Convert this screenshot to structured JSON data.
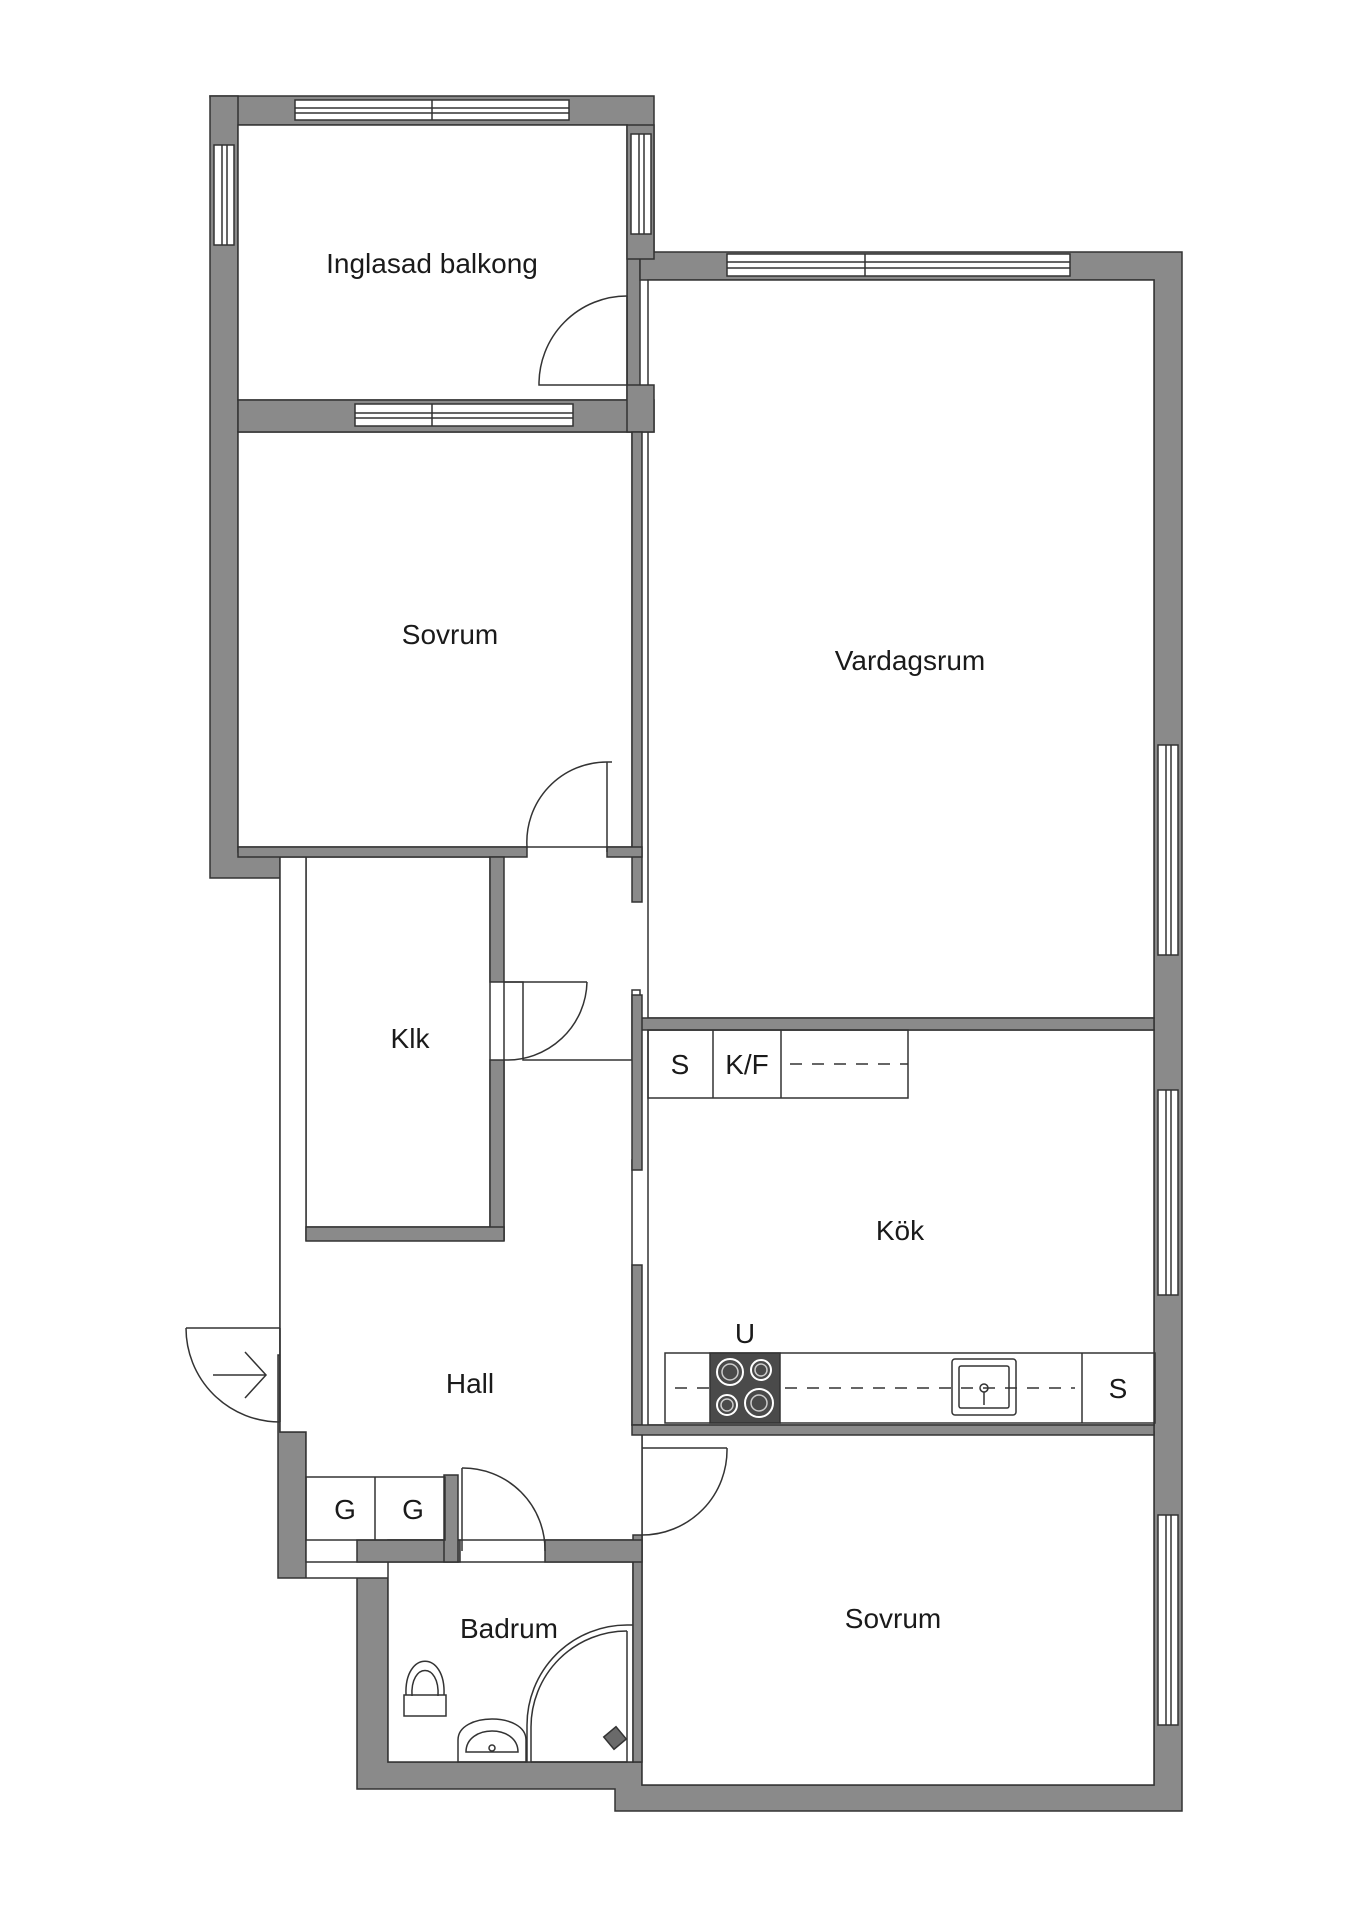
{
  "rooms": {
    "balcony": "Inglasad balkong",
    "bedroom_top": "Sovrum",
    "living_room": "Vardagsrum",
    "closet": "Klk",
    "kitchen": "Kök",
    "hall": "Hall",
    "bathroom": "Badrum",
    "bedroom_bottom": "Sovrum"
  },
  "fixtures": {
    "kitchen_s_top": "S",
    "fridge_freezer": "K/F",
    "stove_label": "U",
    "kitchen_s_bottom": "S",
    "wardrobe_1": "G",
    "wardrobe_2": "G"
  },
  "colors": {
    "wall": "#8a8a8a",
    "line": "#333333",
    "stove": "#4a4a4a"
  }
}
